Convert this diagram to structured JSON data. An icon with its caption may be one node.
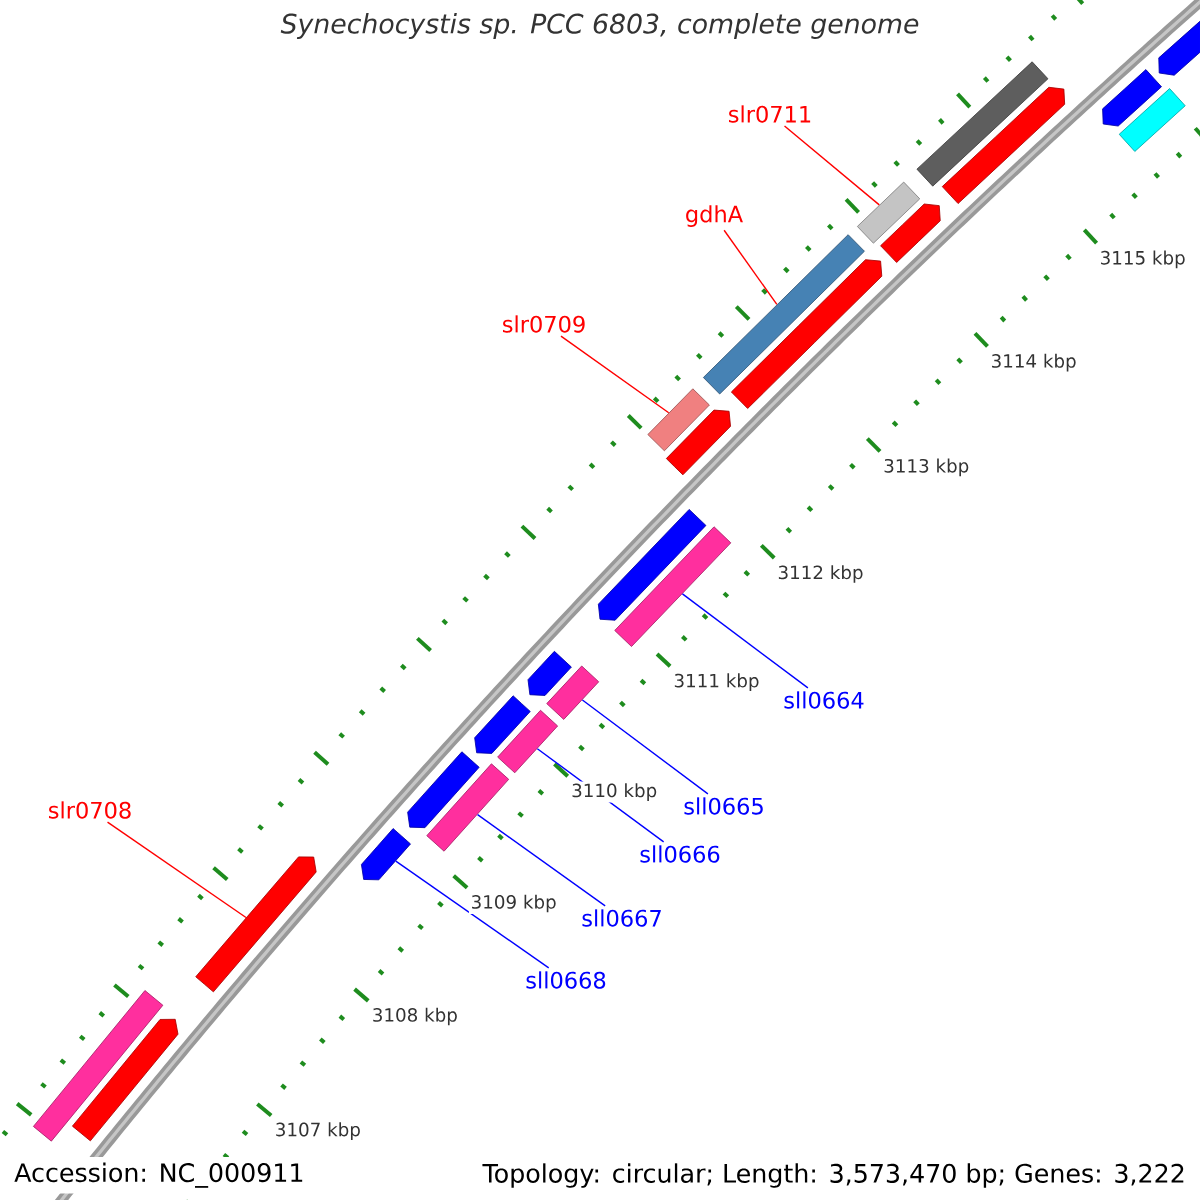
{
  "diagram": {
    "title": "Synechocystis sp. PCC 6803, complete genome",
    "nodes": [
      {
        "text": [
          "slr0711"
        ]
      },
      {
        "text": [
          "gdhA"
        ]
      },
      {
        "text": [
          "slr0709"
        ]
      },
      {
        "text": [
          "slr0708"
        ]
      },
      {
        "text": [
          "sll0664"
        ]
      },
      {
        "text": [
          "sll0665"
        ]
      },
      {
        "text": [
          "sll0666"
        ]
      },
      {
        "text": [
          "sll0667"
        ]
      },
      {
        "text": [
          "sll0668"
        ]
      },
      {
        "text": [],
        "shape": "bar"
      },
      {
        "text": [],
        "shape": "bar"
      },
      {
        "text": [],
        "shape": "bar"
      },
      {
        "text": [],
        "shape": "arrow"
      },
      {
        "text": [],
        "shape": "bar"
      },
      {
        "text": [],
        "shape": "bar"
      },
      {
        "text": [],
        "shape": "bar"
      },
      {
        "text": [],
        "shape": "bar"
      },
      {
        "text": [],
        "shape": "arrow"
      },
      {
        "text": [],
        "shape": "arrow"
      },
      {
        "text": [],
        "shape": "arrow"
      },
      {
        "text": [],
        "shape": "arrow"
      },
      {
        "text": [],
        "shape": "arrow"
      },
      {
        "text": [],
        "shape": "arrow"
      },
      {
        "text": [],
        "shape": "bar"
      },
      {
        "text": [],
        "shape": "bar"
      },
      {
        "text": [],
        "shape": "arrow"
      },
      {
        "text": [],
        "shape": "arrow"
      },
      {
        "text": [],
        "shape": "arrow"
      },
      {
        "text": [],
        "shape": "arrow"
      },
      {
        "text": [],
        "shape": "arrow"
      },
      {
        "text": [],
        "shape": "arrow"
      },
      {
        "text": [],
        "shape": "bar"
      }
    ],
    "edges": [
      {
        "from": 0,
        "to": 9,
        "arrow": "none",
        "color": "#ff0000"
      },
      {
        "from": 1,
        "to": 10,
        "arrow": "none",
        "color": "#ff0000"
      },
      {
        "from": 2,
        "to": 11,
        "arrow": "none",
        "color": "#ff0000"
      },
      {
        "from": 3,
        "to": 12,
        "arrow": "none",
        "color": "#ff0000"
      },
      {
        "from": 4,
        "to": 13,
        "arrow": "none"
      },
      {
        "from": 5,
        "to": 14,
        "arrow": "none"
      },
      {
        "from": 6,
        "to": 15,
        "arrow": "none"
      },
      {
        "from": 7,
        "to": 16,
        "arrow": "none"
      },
      {
        "from": 8,
        "to": 17,
        "arrow": "none"
      }
    ],
    "labels": [
      "3115 kbp",
      "3114 kbp",
      "3113 kbp",
      "3112 kbp",
      "3111 kbp",
      "3110 kbp",
      "3109 kbp",
      "3108 kbp",
      "3107 kbp",
      "Accession: NC_000911",
      "Topology: circular; Length: 3,573,470 bp; Genes: 3,222"
    ]
  }
}
